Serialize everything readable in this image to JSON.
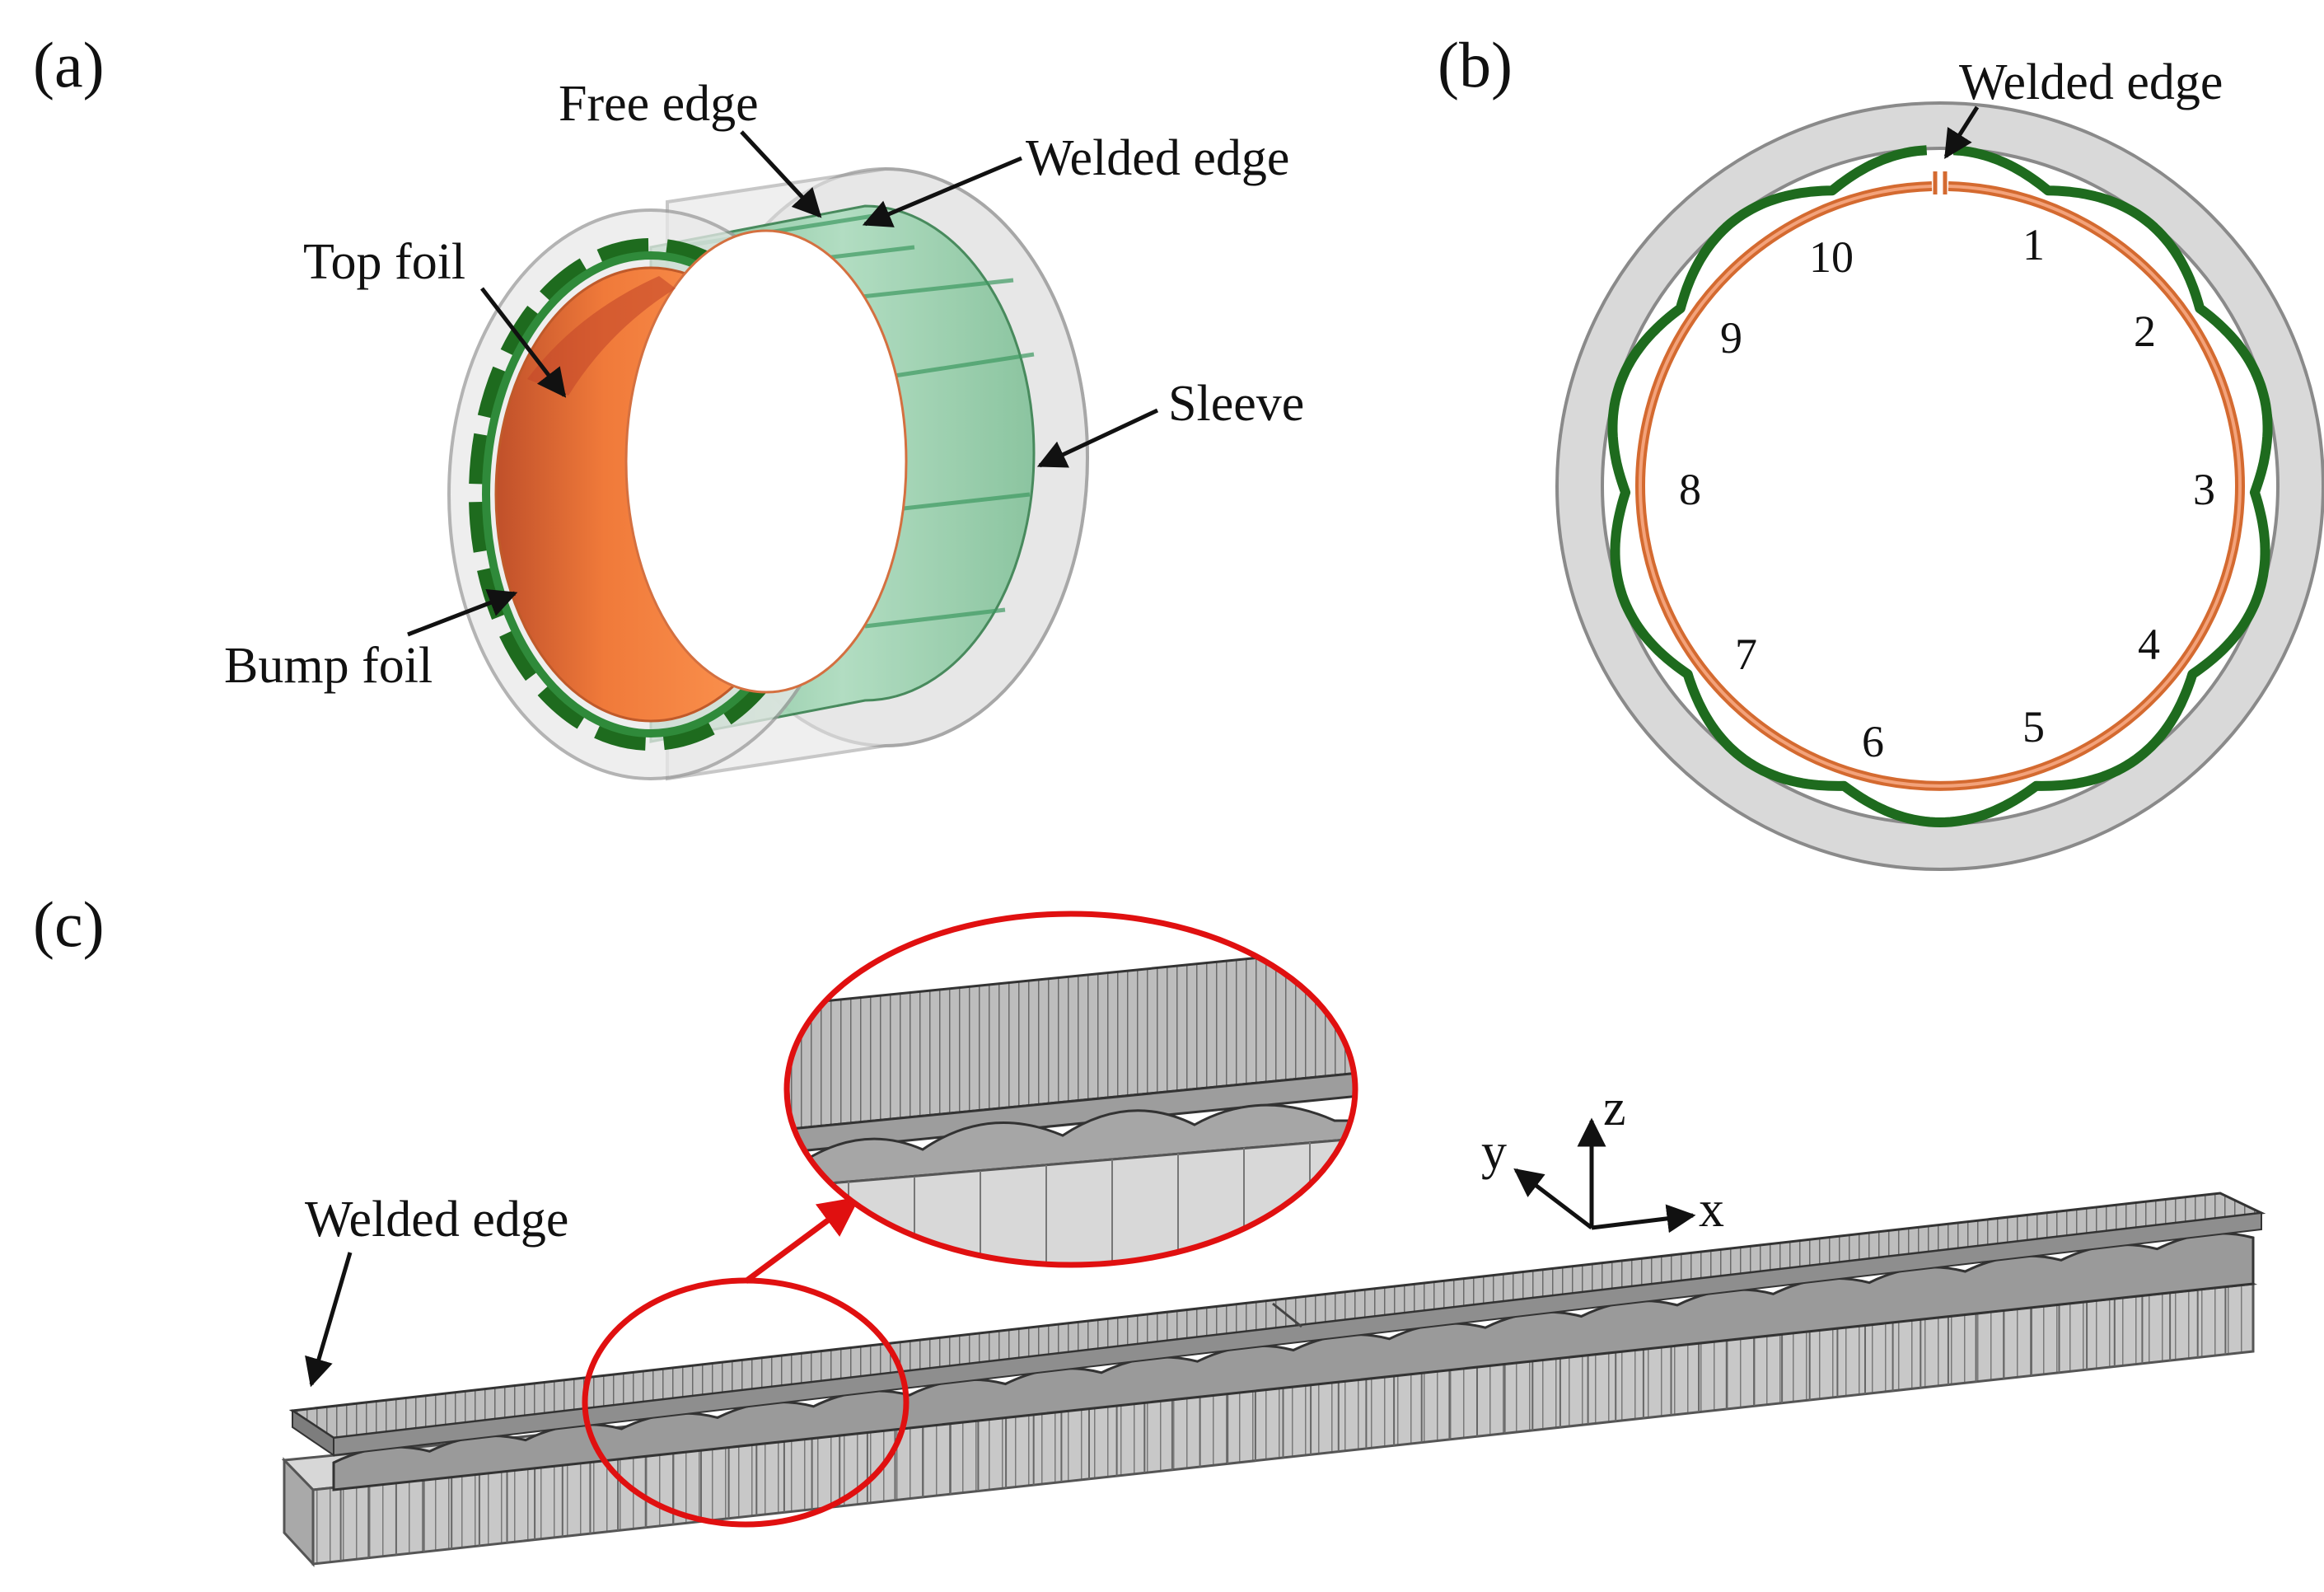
{
  "panels": {
    "a": {
      "label": "(a)",
      "callouts": {
        "free_edge": "Free edge",
        "welded_edge": "Welded edge",
        "top_foil": "Top foil",
        "sleeve": "Sleeve",
        "bump_foil": "Bump foil"
      }
    },
    "b": {
      "label": "(b)",
      "welded_edge": "Welded edge",
      "bump_numbers": [
        "1",
        "2",
        "3",
        "4",
        "5",
        "6",
        "7",
        "8",
        "9",
        "10"
      ]
    },
    "c": {
      "label": "(c)",
      "welded_edge": "Welded edge",
      "axes": {
        "x": "x",
        "y": "y",
        "z": "z"
      }
    }
  },
  "colors": {
    "sleeve": "#d9d9d9",
    "bump_foil": "#1e6b1e",
    "top_foil": "#e8864a",
    "highlight": "#e01010",
    "mesh": "#808080"
  }
}
